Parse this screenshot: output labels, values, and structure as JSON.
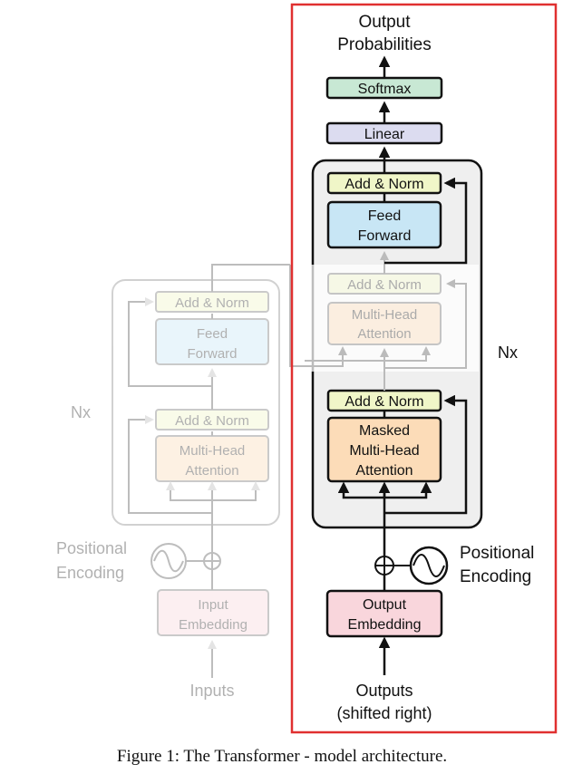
{
  "caption": "Figure 1: The Transformer - model architecture.",
  "encoder": {
    "inputs_label": "Inputs",
    "input_embedding": [
      "Input",
      "Embedding"
    ],
    "positional_encoding": [
      "Positional",
      "Encoding"
    ],
    "n_label": "Nx",
    "mha": [
      "Multi-Head",
      "Attention"
    ],
    "add_norm_1": "Add & Norm",
    "ff": [
      "Feed",
      "Forward"
    ],
    "add_norm_2": "Add & Norm"
  },
  "decoder": {
    "outputs_label": [
      "Outputs",
      "(shifted right)"
    ],
    "output_embedding": [
      "Output",
      "Embedding"
    ],
    "positional_encoding": [
      "Positional",
      "Encoding"
    ],
    "masked_mha": [
      "Masked",
      "Multi-Head",
      "Attention"
    ],
    "add_norm_1": "Add & Norm",
    "mha": [
      "Multi-Head",
      "Attention"
    ],
    "add_norm_2": "Add & Norm",
    "ff": [
      "Feed",
      "Forward"
    ],
    "add_norm_3": "Add & Norm",
    "n_label": "Nx",
    "linear": "Linear",
    "softmax": "Softmax",
    "output_probabilities": [
      "Output",
      "Probabilities"
    ]
  },
  "colors": {
    "add_norm": "#f0f6c8",
    "feed_forward": "#c8e6f5",
    "attention": "#fcdcb8",
    "embedding": "#f9d6dc",
    "linear": "#dcdcf0",
    "softmax": "#c8e8d4",
    "layer_stack": "#efefef",
    "highlight": "#e03030"
  }
}
